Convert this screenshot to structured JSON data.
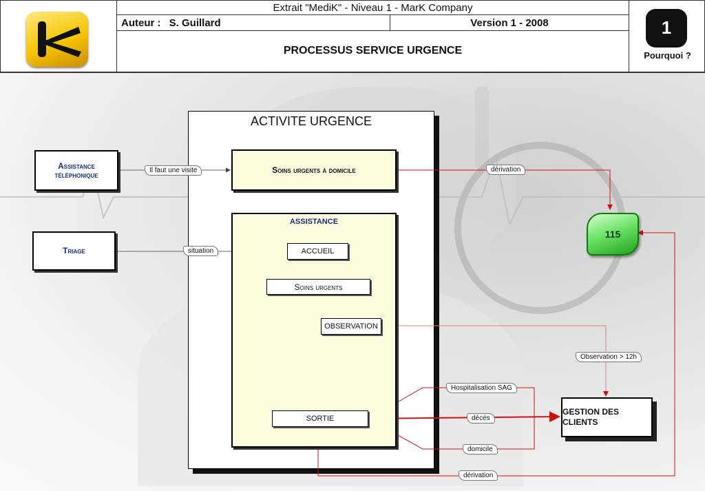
{
  "header": {
    "title": "Extrait \"MediK\" - Niveau 1 - MarK Company",
    "author_label": "Auteur :",
    "author": "S. Guillard",
    "version": "Version 1 - 2008",
    "process_title": "PROCESSUS SERVICE URGENCE",
    "level_badge": "1",
    "why_label": "Pourquoi ?"
  },
  "diagram": {
    "container_title": "ACTIVITE URGENCE",
    "nodes": {
      "assistance_tel": "Assistance téléphonique",
      "triage": "Triage",
      "soins_domicile": "Soins urgents à domicile",
      "assistance": "ASSISTANCE",
      "accueil": "ACCUEIL",
      "soins_urgents": "Soins urgents",
      "observation": "OBSERVATION",
      "sortie": "SORTIE",
      "gestion": "GESTION DES CLIENTS",
      "n115": "115"
    },
    "labels": {
      "visite": "Il faut une visite",
      "situation": "situation",
      "derivation_top": "dérivation",
      "observation_12h": "Observation > 12h",
      "hospitalisation": "Hospitalisation SAG",
      "deces": "décés",
      "domicile": "domicile",
      "derivation_bottom": "dérivation"
    },
    "colors": {
      "flow_red": "#cc1111",
      "flow_grey": "#666666",
      "node_115": "#4fd14a",
      "logo_yellow": "#f6c400"
    }
  }
}
